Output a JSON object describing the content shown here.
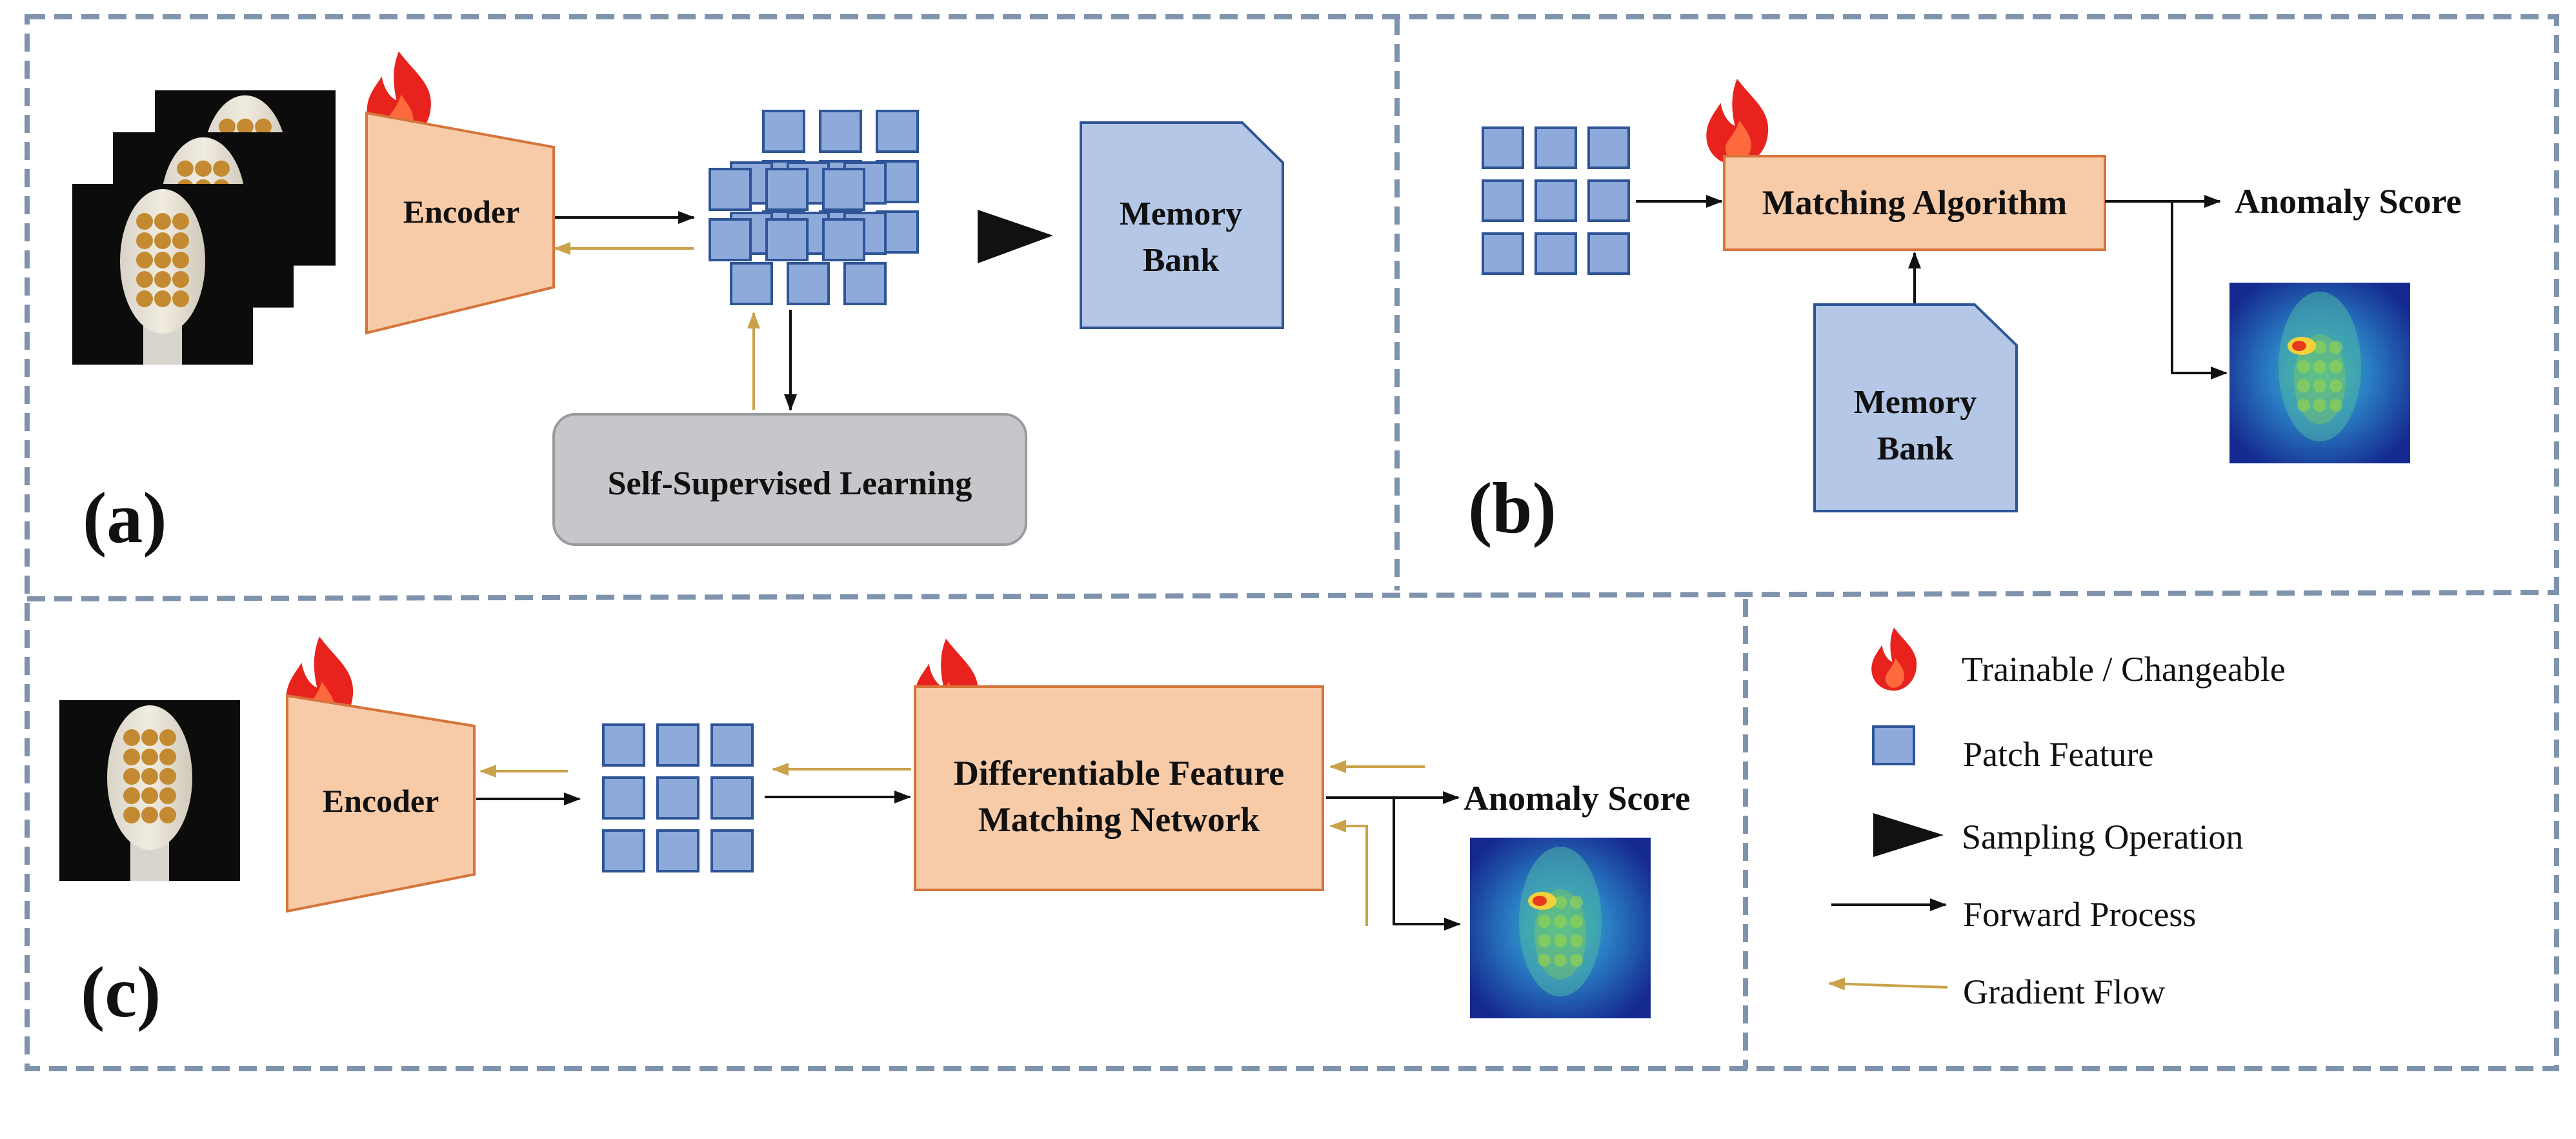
{
  "panels": {
    "a": {
      "label": "(a)",
      "encoder_label": "Encoder",
      "memory_bank_line1": "Memory",
      "memory_bank_line2": "Bank",
      "ssl_label": "Self-Supervised Learning"
    },
    "b": {
      "label": "(b)",
      "matching_label": "Matching Algorithm",
      "score_label": "Anomaly Score",
      "memory_bank_line1": "Memory",
      "memory_bank_line2": "Bank"
    },
    "c": {
      "label": "(c)",
      "encoder_label": "Encoder",
      "network_line1": "Differentiable Feature",
      "network_line2": "Matching Network",
      "score_label": "Anomaly Score"
    }
  },
  "legend": {
    "items": [
      {
        "icon": "flame-icon",
        "label": "Trainable / Changeable"
      },
      {
        "icon": "patch-square-icon",
        "label": "Patch Feature"
      },
      {
        "icon": "sampling-triangle-icon",
        "label": "Sampling Operation"
      },
      {
        "icon": "forward-arrow-icon",
        "label": "Forward Process"
      },
      {
        "icon": "gradient-arrow-icon",
        "label": "Gradient Flow"
      }
    ]
  },
  "colors": {
    "border_dash": "#7f93ad",
    "encoder_fill": "#f8cba8",
    "encoder_stroke": "#d6743c",
    "patch_fill": "#8eaadb",
    "patch_stroke": "#2f5597",
    "memory_fill": "#b4c7e7",
    "memory_stroke": "#2f5597",
    "ssl_fill": "#c6c7ca",
    "ssl_stroke": "#9a9b9f",
    "forward_arrow": "#111111",
    "gradient_arrow": "#c9a24a",
    "flame": "#e8231e"
  }
}
